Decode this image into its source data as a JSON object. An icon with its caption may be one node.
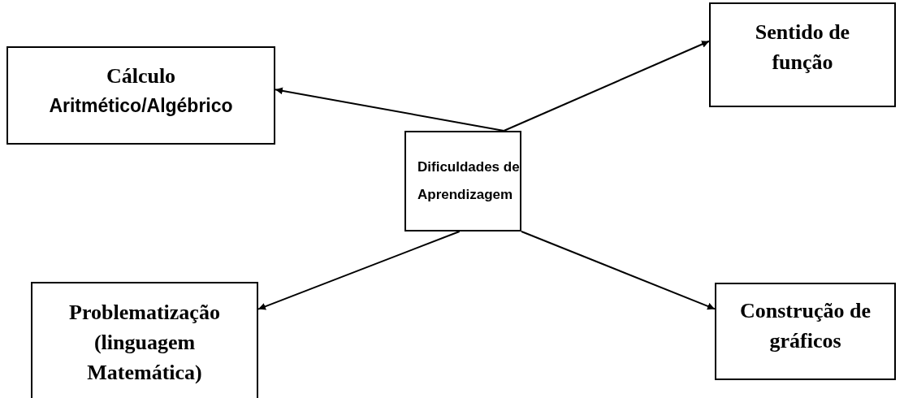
{
  "diagram": {
    "nodes": [
      {
        "text": [
          "Dificuldades de Aprendizagem"
        ]
      },
      {
        "text": [
          "Cálculo",
          "Aritmético/Algébrico"
        ]
      },
      {
        "text": [
          "Sentido de função"
        ]
      },
      {
        "text": [
          "Problematização (linguagem Matemática)"
        ]
      },
      {
        "text": [
          "Construção de gráficos"
        ]
      }
    ],
    "edges": [
      {
        "from": 0,
        "to": 1,
        "arrow": "to"
      },
      {
        "from": 0,
        "to": 2,
        "arrow": "to"
      },
      {
        "from": 0,
        "to": 3,
        "arrow": "to"
      },
      {
        "from": 0,
        "to": 4,
        "arrow": "to"
      }
    ]
  }
}
